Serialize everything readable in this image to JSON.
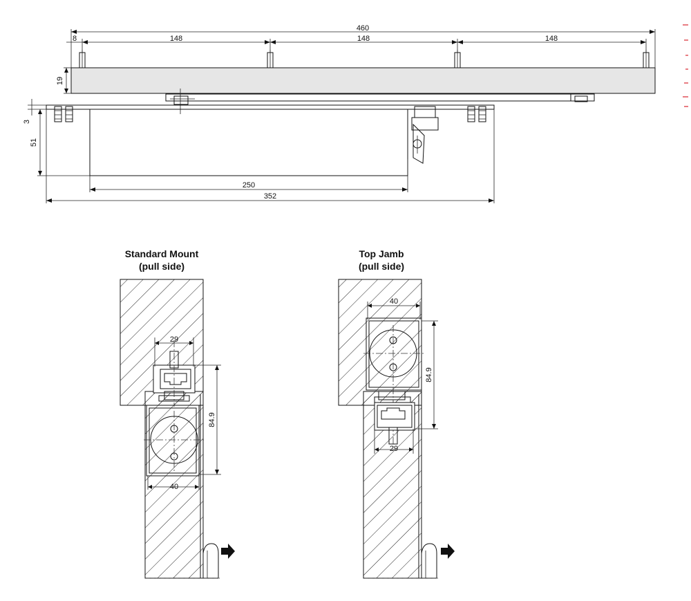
{
  "dimensions": {
    "overall_length": "460",
    "edge_offset": "8",
    "spacing_1": "148",
    "spacing_2": "148",
    "spacing_3": "148",
    "track_height": "19",
    "plate_thickness": "3",
    "body_height": "51",
    "body_length": "250",
    "plate_length": "352"
  },
  "standard_mount": {
    "title_line1": "Standard Mount",
    "title_line2": "(pull side)",
    "dim_width_small": "29",
    "dim_height": "84.9",
    "dim_width": "40"
  },
  "top_jamb": {
    "title_line1": "Top Jamb",
    "title_line2": "(pull side)",
    "dim_width": "40",
    "dim_height": "84.9",
    "dim_width_small": "29"
  }
}
